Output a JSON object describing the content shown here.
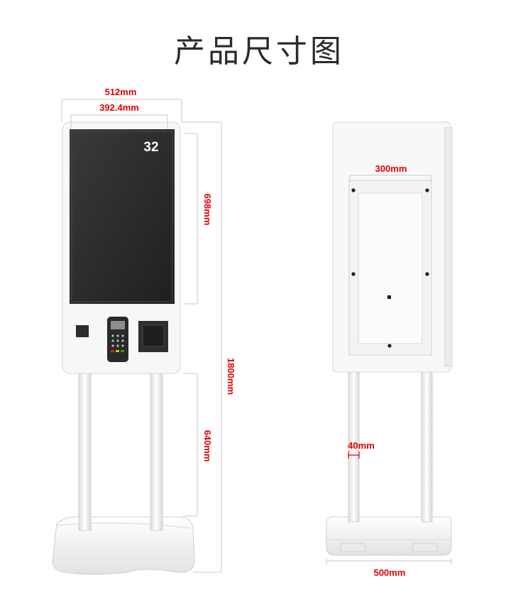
{
  "title": "产品尺寸图",
  "screen_number": "32",
  "colors": {
    "dimension_text": "#e30000",
    "guide_line": "#c8c8c8",
    "kiosk_body": "#f7f7f7",
    "screen": "#2a2a2a",
    "title_text": "#2b2b2b"
  },
  "front_view": {
    "width_total": "512mm",
    "width_screen": "392.4mm",
    "height_screen": "698mm",
    "height_total": "1800mm",
    "height_stand": "640mm",
    "components": [
      "scanner-icon",
      "pos-terminal-icon",
      "printer-icon"
    ]
  },
  "back_view": {
    "mount_width": "300mm",
    "pole_width": "40mm",
    "base_width": "500mm"
  }
}
